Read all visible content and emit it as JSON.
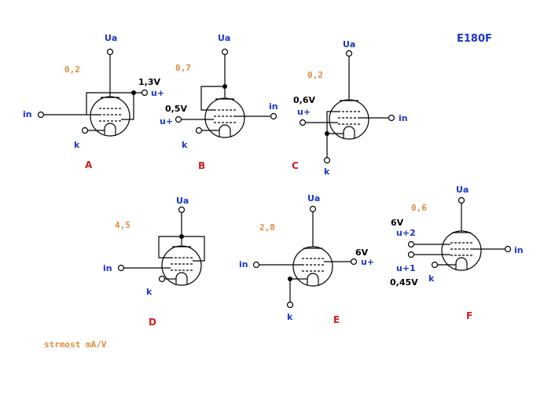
{
  "title": "E180F",
  "footer": "strmost mA/V",
  "labels": {
    "anode": "Ua",
    "input": "in",
    "cathode": "k",
    "screen": "u+",
    "screen1": "u+1",
    "screen2": "u+2"
  },
  "circuits": {
    "A": {
      "letter": "A",
      "gm": "0,2",
      "voltage": "1,3V"
    },
    "B": {
      "letter": "B",
      "gm": "0,7",
      "voltage": "0,5V"
    },
    "C": {
      "letter": "C",
      "gm": "0,2",
      "voltage": "0,6V"
    },
    "D": {
      "letter": "D",
      "gm": "4,5"
    },
    "E": {
      "letter": "E",
      "gm": "2,8",
      "voltage": "6V"
    },
    "F": {
      "letter": "F",
      "gm": "0,6",
      "voltage_g2": "6V",
      "voltage_g1": "0,45V"
    }
  },
  "colors": {
    "label_blue": "#1a35c8",
    "letter_red": "#cc1f1f",
    "value_orange": "#e08a3c"
  }
}
